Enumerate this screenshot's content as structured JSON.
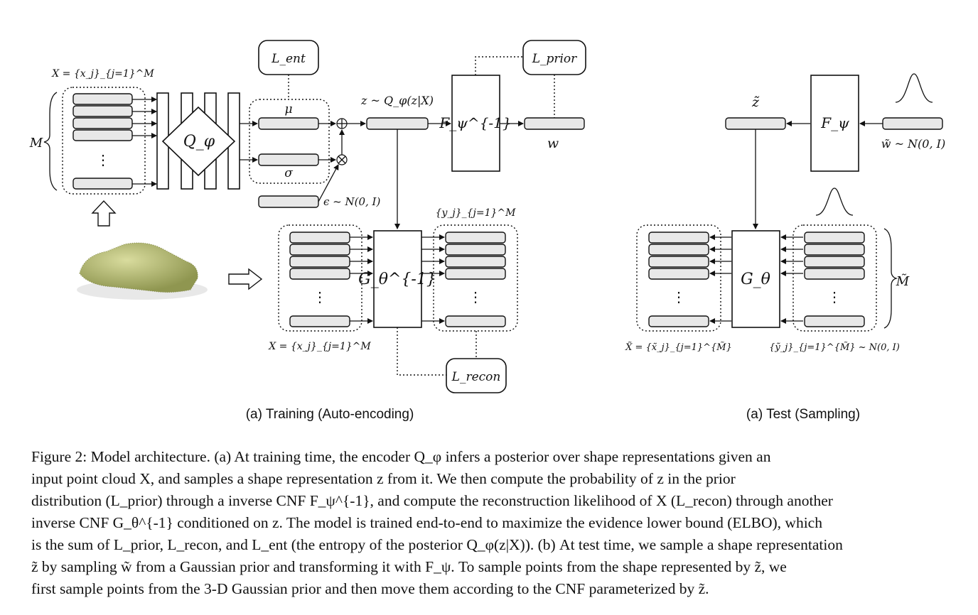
{
  "figure": {
    "training": {
      "caption": "(a) Training (Auto-encoding)",
      "input_set_label": "X = {x_j}_{j=1}^M",
      "bottom_set_label": "X = {x_j}_{j=1}^M",
      "output_set_label": "{y_j}_{j=1}^M",
      "count_label": "M",
      "encoder_label": "Q_φ",
      "mu_label": "μ",
      "sigma_label": "σ",
      "epsilon_label": "ϵ ~ N(0, I)",
      "z_label": "z ~ Q_φ(z|X)",
      "prior_flow_label": "F_ψ^{-1}",
      "w_label": "w",
      "point_flow_label": "G_θ^{-1}",
      "loss_ent": "L_ent",
      "loss_prior": "L_prior",
      "loss_recon": "L_recon",
      "ellipsis": "⋮"
    },
    "test": {
      "caption": "(a) Test (Sampling)",
      "z_tilde_label": "z̃",
      "prior_flow_label": "F_ψ",
      "w_tilde_label": "w̃ ~ N(0, I)",
      "point_flow_label": "G_θ",
      "output_set_label": "X̃ = {x̃_j}_{j=1}^{M̃}",
      "input_set_label": "{ỹ_j}_{j=1}^{M̃} ~ N(0, I)",
      "count_label": "M̃",
      "ellipsis": "⋮"
    }
  },
  "caption": {
    "lines": [
      "Figure 2: Model architecture. (a) At training time, the encoder Q_φ infers a posterior over shape representations given an",
      "input point cloud X, and samples a shape representation z from it. We then compute the probability of z in the prior",
      "distribution (L_prior) through a inverse CNF F_ψ^{-1}, and compute the reconstruction likelihood of X (L_recon) through another",
      "inverse CNF G_θ^{-1} conditioned on z. The model is trained end-to-end to maximize the evidence lower bound (ELBO), which",
      "is the sum of L_prior, L_recon, and L_ent (the entropy of the posterior Q_φ(z|X)). (b) At test time, we sample a shape representation",
      "z̃ by sampling w̃ from a Gaussian prior and transforming it with F_ψ. To sample points from the shape represented by z̃, we",
      "first sample points from the 3-D Gaussian prior and then move them according to the CNF parameterized by z̃."
    ]
  }
}
